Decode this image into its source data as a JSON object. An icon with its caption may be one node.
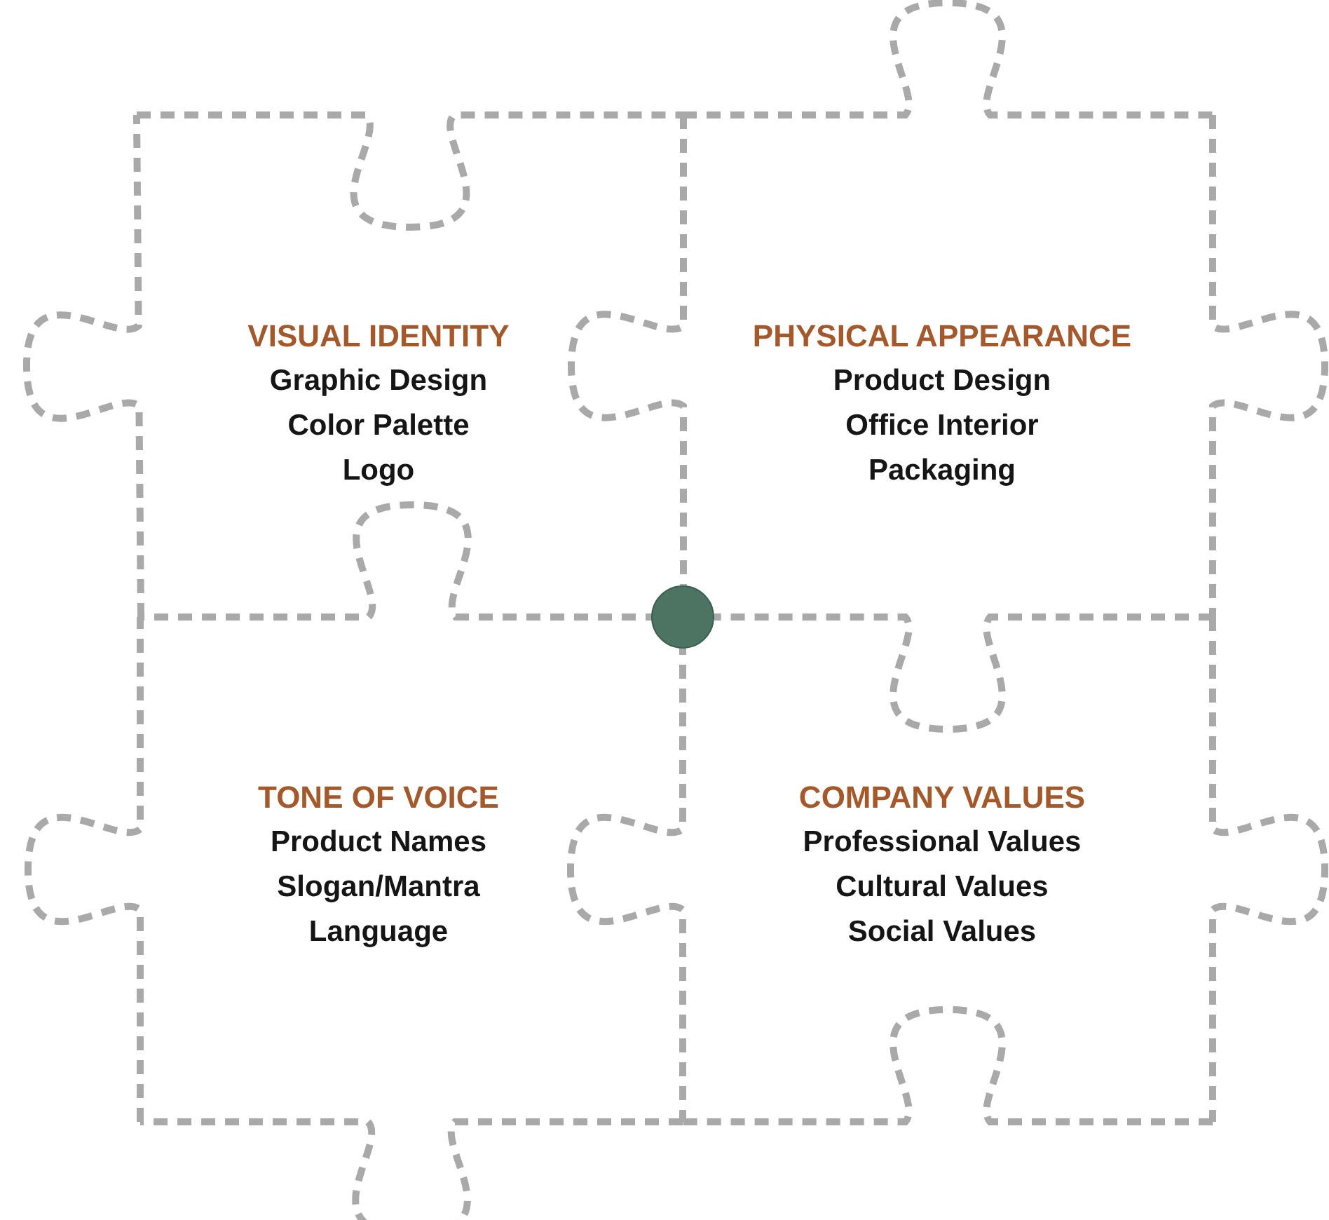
{
  "diagram": {
    "nodes": [
      {
        "text": [
          "VISUAL IDENTITY",
          "Graphic Design",
          "Color Palette",
          "Logo"
        ]
      },
      {
        "text": [
          "PHYSICAL APPEARANCE",
          "Product Design",
          "Office Interior",
          "Packaging"
        ]
      },
      {
        "text": [
          "TONE OF VOICE",
          "Product Names",
          "Slogan/Mantra",
          "Language"
        ]
      },
      {
        "text": [
          "COMPANY VALUES",
          "Professional Values",
          "Cultural Values",
          "Social Values"
        ]
      }
    ]
  }
}
